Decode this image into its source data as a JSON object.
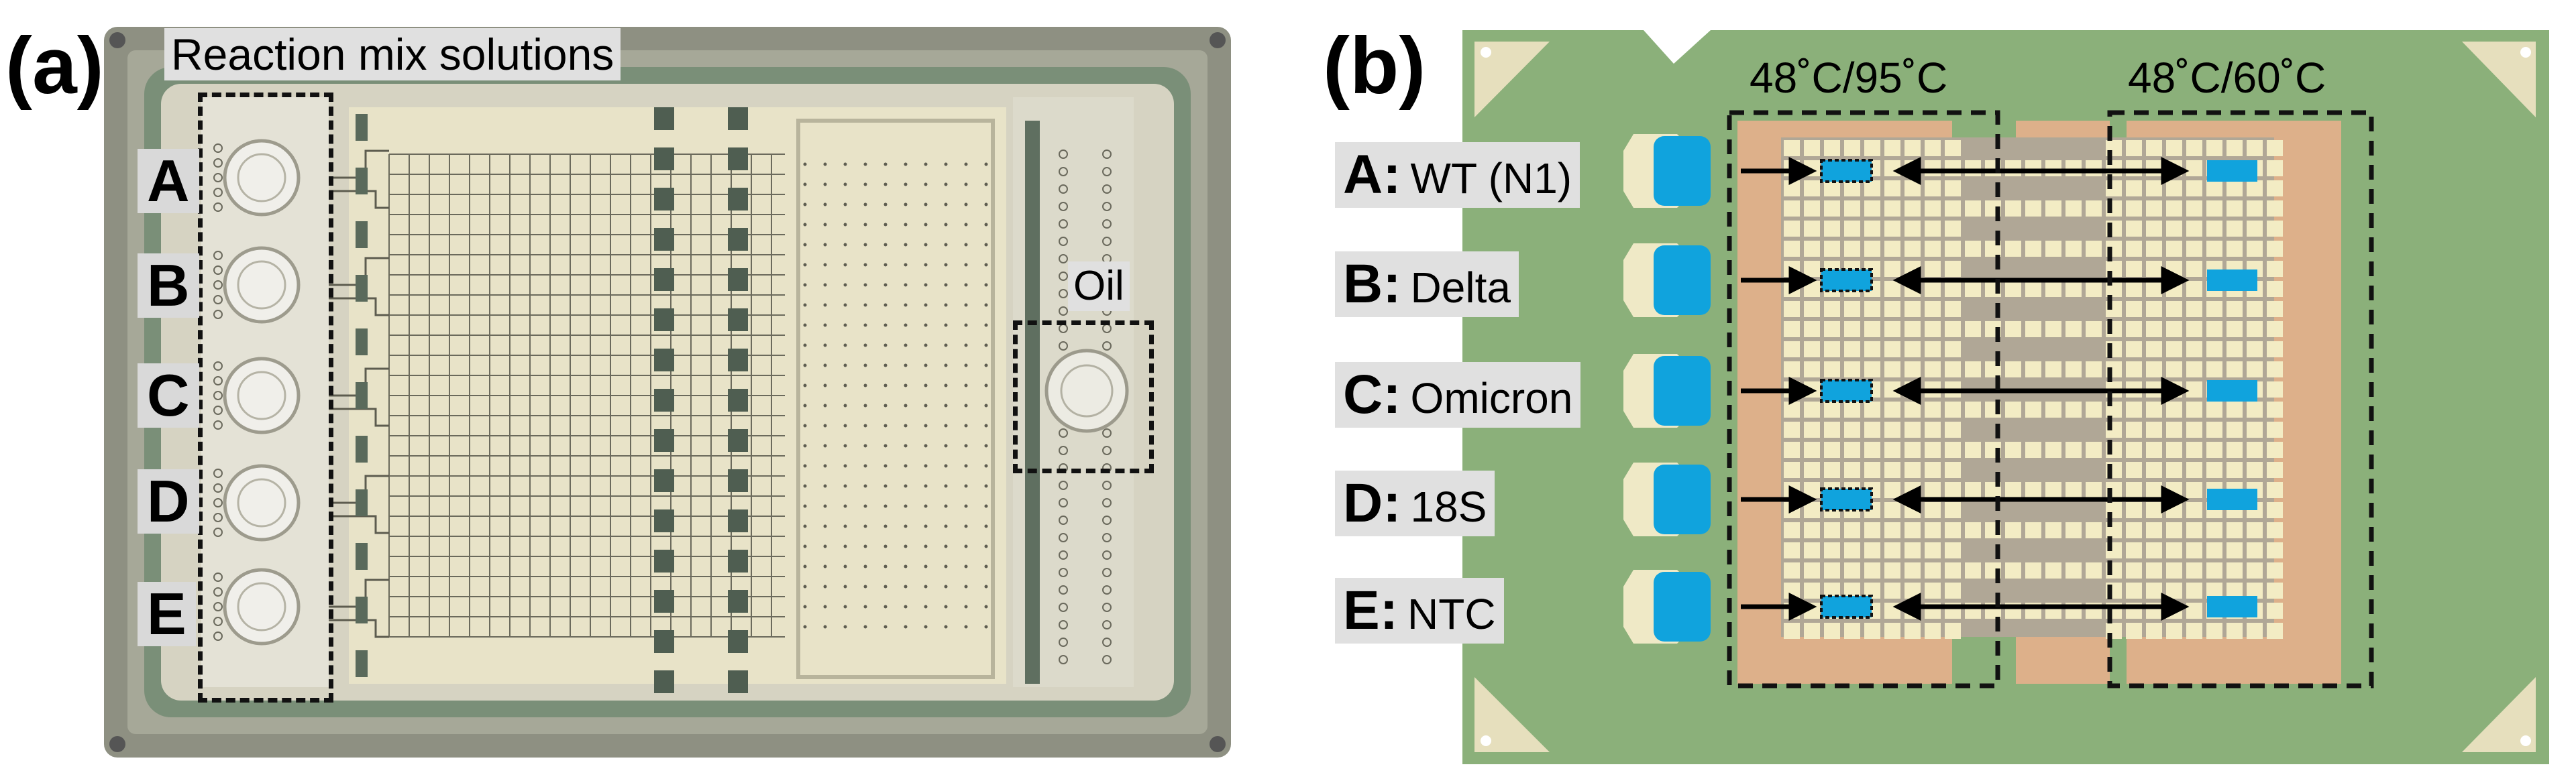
{
  "panel_a": {
    "letter": "(a)",
    "header": "Reaction mix solutions",
    "oil_label": "Oil",
    "rows": [
      "A",
      "B",
      "C",
      "D",
      "E"
    ]
  },
  "panel_b": {
    "letter": "(b)",
    "zone1": "48˚C/95˚C",
    "zone2": "48˚C/60˚C",
    "rows": [
      {
        "letter": "A:",
        "name": "WT (N1)"
      },
      {
        "letter": "B:",
        "name": "Delta"
      },
      {
        "letter": "C:",
        "name": "Omicron"
      },
      {
        "letter": "D:",
        "name": "18S"
      },
      {
        "letter": "E:",
        "name": "NTC"
      }
    ]
  },
  "colors": {
    "board_green": "#8bb07a",
    "pad_tan": "#ddb08a",
    "grid_cream": "#f3ecc4",
    "reservoir_blue": "#10a3dd",
    "chip_gray": "#a9a99d"
  }
}
